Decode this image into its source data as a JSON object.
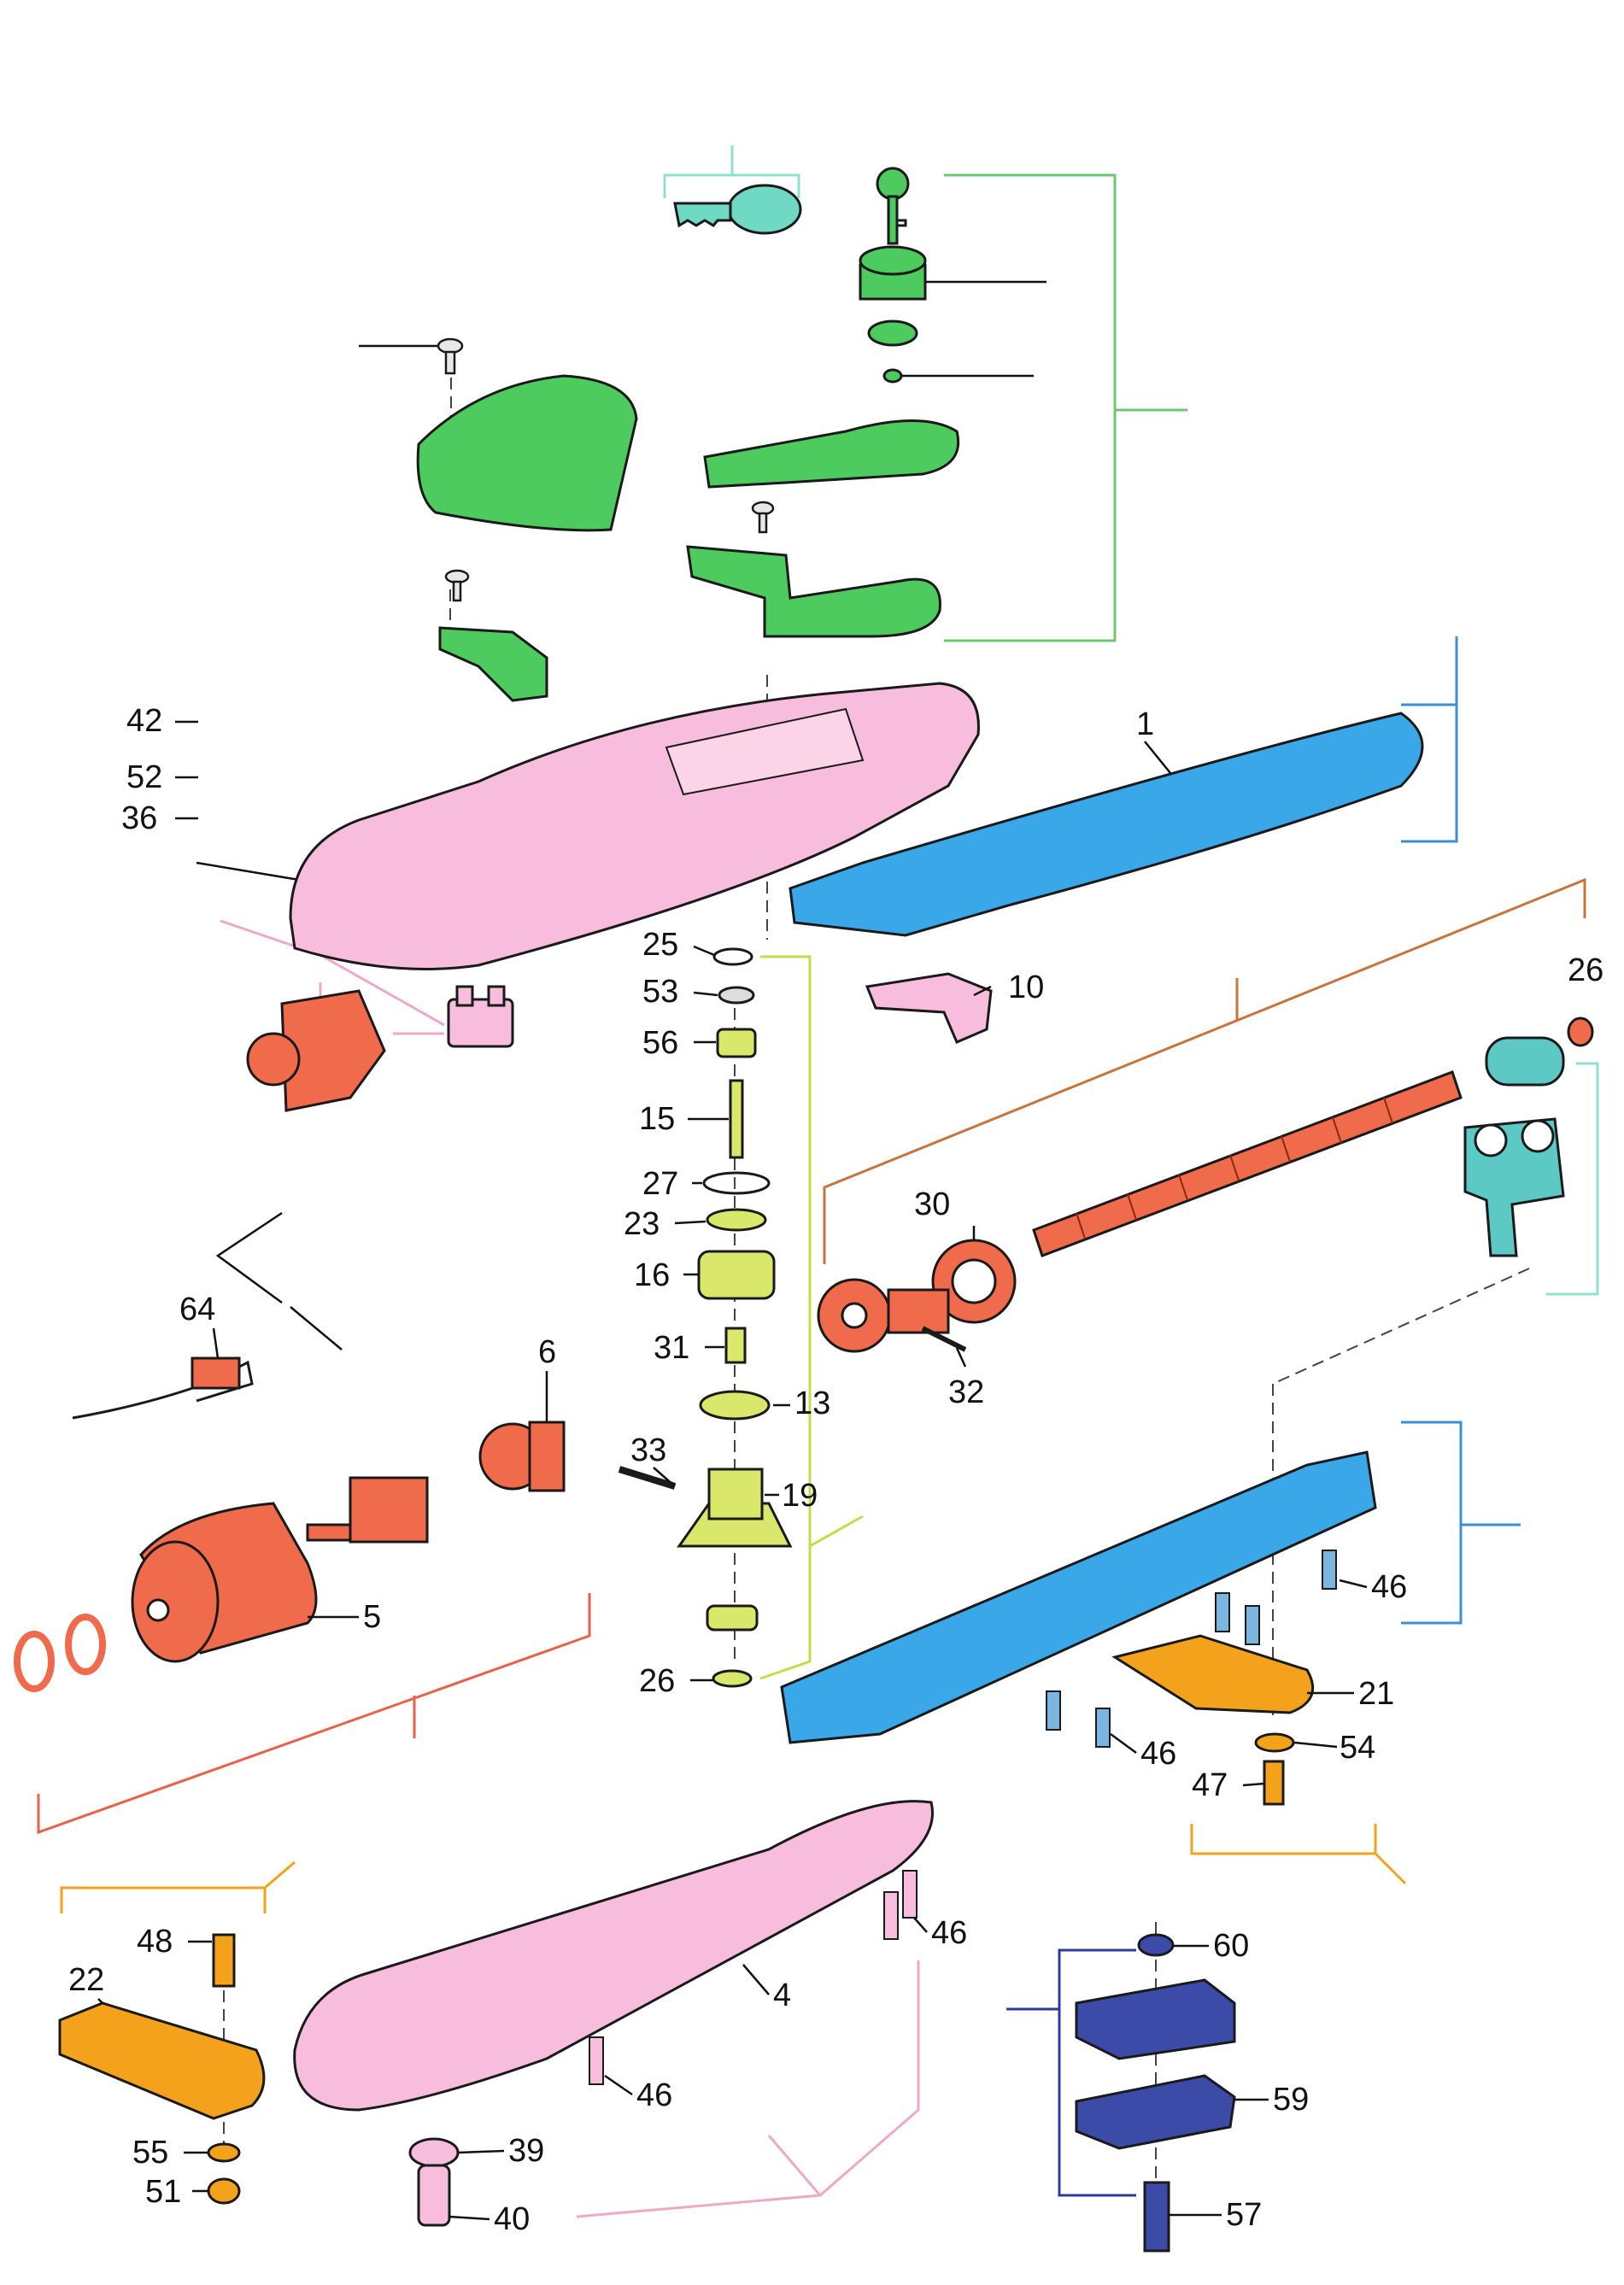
{
  "colors": {
    "housing": "#f8bddc",
    "release_group": "#4ecb5e",
    "key_blank": "#6fd9c4",
    "cover_blue": "#3aa8e8",
    "motor": "#f06a4c",
    "gear_yellow": "#d9e86a",
    "orange_plate": "#f4a21c",
    "bracket_teal": "#5cc9c5",
    "plate_navy": "#3c4aa8",
    "screw_blue": "#7ab6e0",
    "bracket_line_green": "#6cc86c",
    "bracket_line_teal": "#8fe0cf",
    "bracket_line_blue": "#3a8fd8",
    "bracket_line_brown": "#c8743c",
    "bracket_line_yellow": "#c4dc48",
    "bracket_line_red": "#e8624a",
    "bracket_line_orange": "#f4a21c",
    "bracket_line_pink": "#f0a8c8",
    "bracket_line_navy": "#2c3c98"
  },
  "callouts": {
    "p1": "1",
    "p4": "4",
    "p5": "5",
    "p6": "6",
    "p10": "10",
    "p13": "13",
    "p15": "15",
    "p16": "16",
    "p19": "19",
    "p21": "21",
    "p22": "22",
    "p23": "23",
    "p25": "25",
    "p26a": "26",
    "p26b": "26",
    "p27": "27",
    "p30": "30",
    "p31": "31",
    "p32": "32",
    "p33": "33",
    "p36": "36",
    "p39": "39",
    "p40": "40",
    "p42": "42",
    "p46a": "46",
    "p46b": "46",
    "p46c": "46",
    "p46d": "46",
    "p47": "47",
    "p48": "48",
    "p51": "51",
    "p52": "52",
    "p53": "53",
    "p54": "54",
    "p55": "55",
    "p56": "56",
    "p57": "57",
    "p59": "59",
    "p60": "60",
    "p64": "64"
  },
  "icons": {
    "key": "key-icon",
    "screw": "screw-icon",
    "washer": "washer-icon",
    "gear": "gear-icon"
  }
}
